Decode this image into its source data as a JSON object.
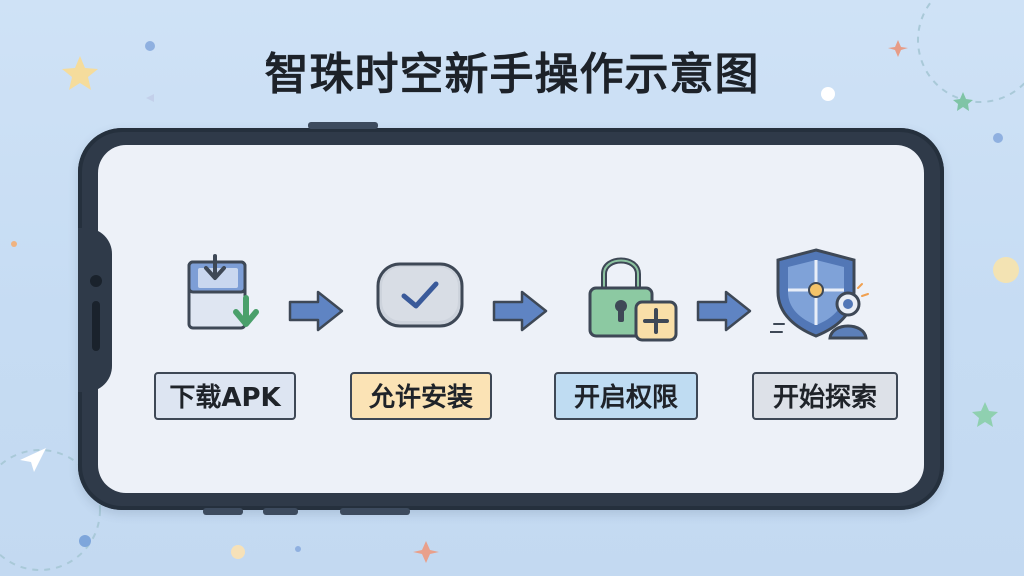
{
  "title": "智珠时空新手操作示意图",
  "steps": [
    {
      "label": "下载APK",
      "icon": "download-icon",
      "label_bg": "#dde5f2"
    },
    {
      "label": "允许安装",
      "icon": "check-button-icon",
      "label_bg": "#fbe3b5"
    },
    {
      "label": "开启权限",
      "icon": "lock-plus-icon",
      "label_bg": "#bfdcf2"
    },
    {
      "label": "开始探索",
      "icon": "shield-explorer-icon",
      "label_bg": "#dde1e8"
    }
  ],
  "colors": {
    "background": "#c9def4",
    "phone_frame": "#2f3a49",
    "screen": "#edf1f8",
    "arrow": "#5f84c3",
    "title": "#1d2229"
  }
}
